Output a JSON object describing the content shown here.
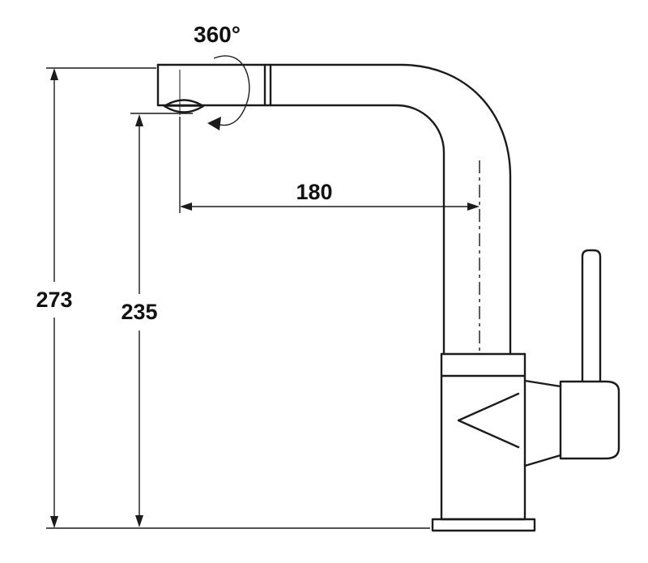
{
  "diagram": {
    "type": "technical-dimension-drawing",
    "subject": "kitchen-faucet-with-pullout-spout",
    "background": "#ffffff",
    "line_color": "#1b1b1b",
    "annotations": {
      "rotation": "360°",
      "spout_reach": "180",
      "total_height": "273",
      "spout_height": "235"
    }
  }
}
